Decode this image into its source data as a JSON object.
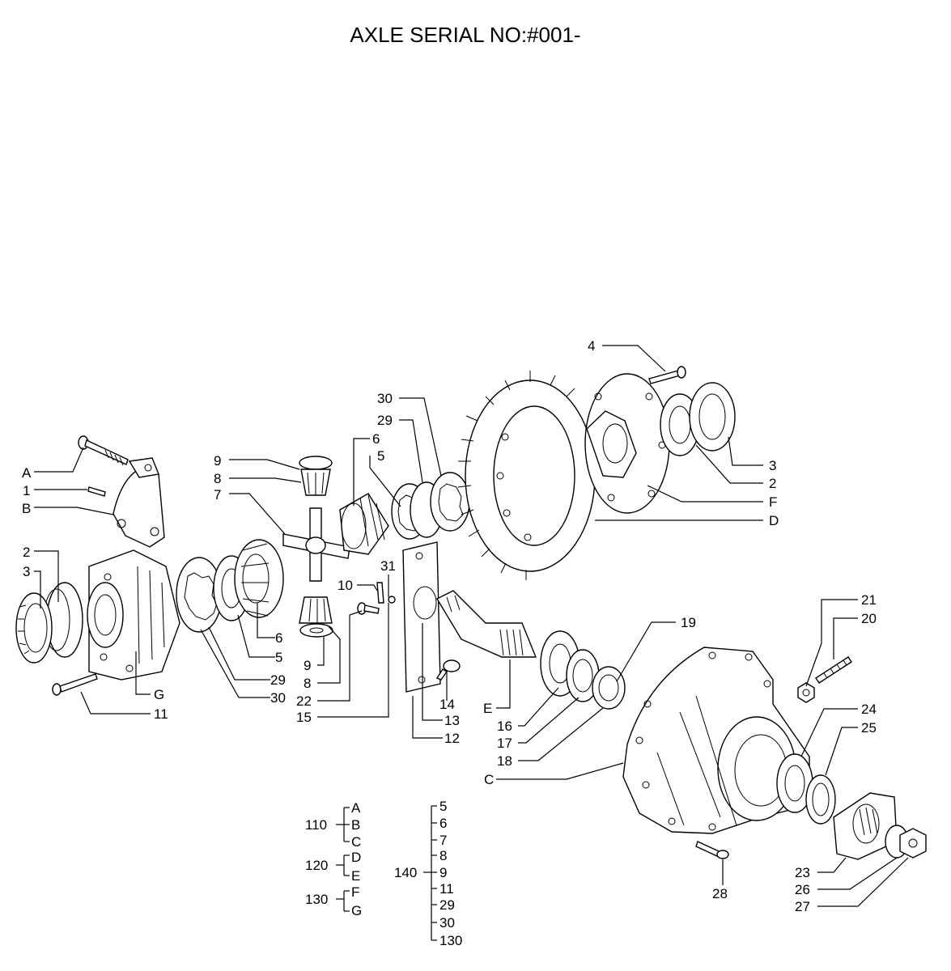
{
  "title": "AXLE SERIAL NO:#001-",
  "callouts": [
    "A",
    "1",
    "B",
    "2",
    "3",
    "9",
    "8",
    "7",
    "6",
    "5",
    "29",
    "30",
    "4",
    "3",
    "2",
    "F",
    "D",
    "31",
    "10",
    "22",
    "15",
    "12",
    "13",
    "14",
    "E",
    "16",
    "17",
    "18",
    "19",
    "21",
    "20",
    "24",
    "25",
    "C",
    "23",
    "26",
    "27",
    "28",
    "G",
    "11",
    "6",
    "5",
    "29",
    "30",
    "9",
    "8"
  ],
  "kits": [
    {
      "number": "110",
      "items": [
        "A",
        "B",
        "C"
      ]
    },
    {
      "number": "120",
      "items": [
        "D",
        "E"
      ]
    },
    {
      "number": "130",
      "items": [
        "F",
        "G"
      ]
    },
    {
      "number": "140",
      "items": [
        "5",
        "6",
        "7",
        "8",
        "9",
        "11",
        "29",
        "30",
        "130"
      ]
    }
  ]
}
